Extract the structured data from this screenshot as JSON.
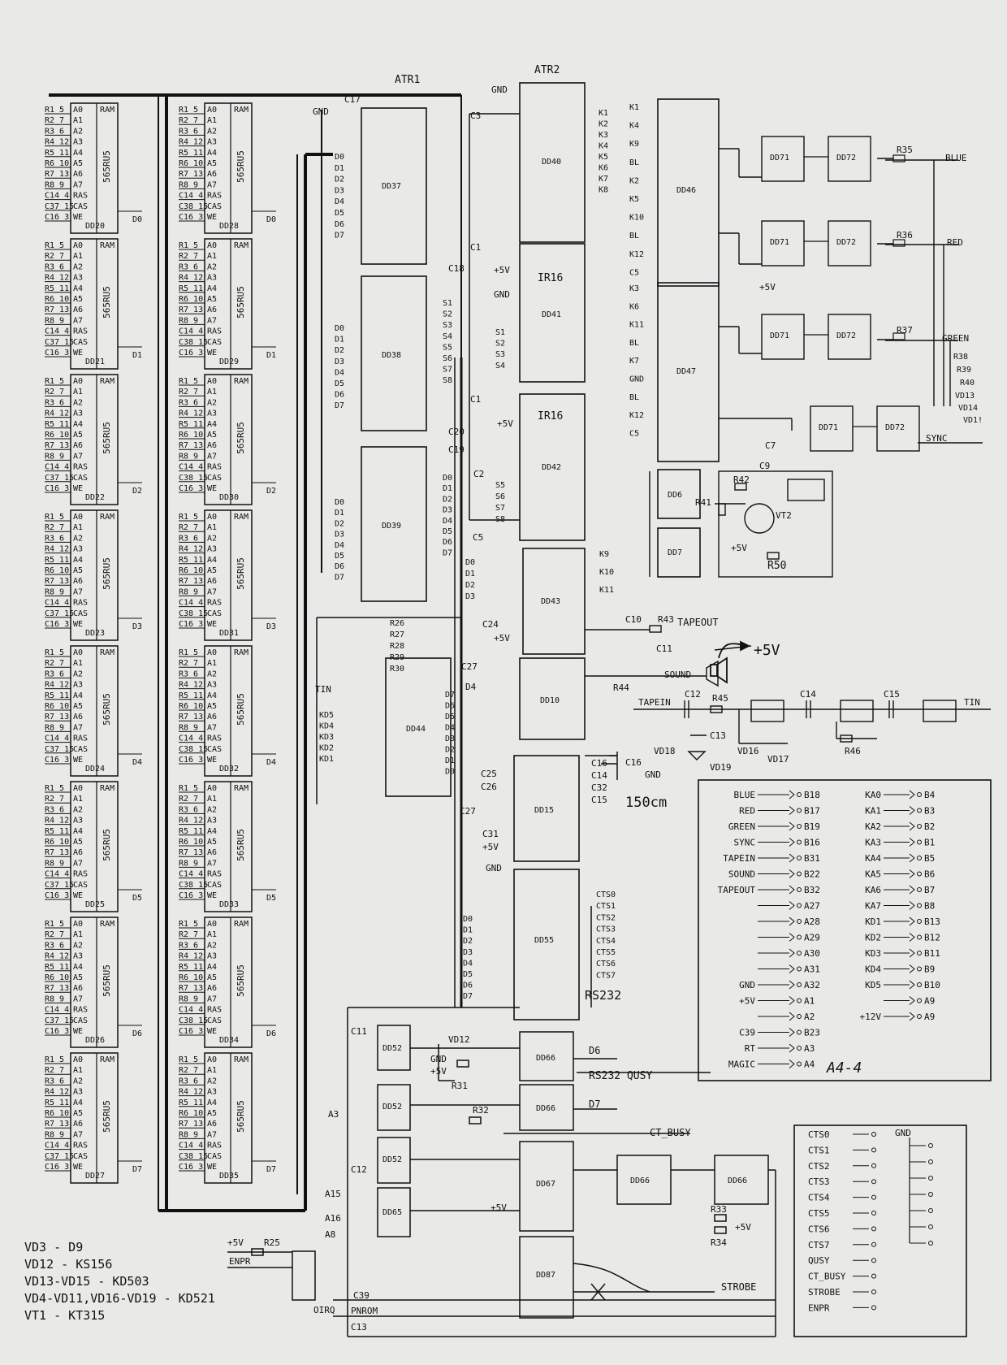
{
  "header": {
    "atr1": "ATR1",
    "atr2": "ATR2"
  },
  "ram": {
    "chip_label": "RAM",
    "part": "565RU5",
    "addr_pins": [
      "A0",
      "A1",
      "A2",
      "A3",
      "A4",
      "A5",
      "A6",
      "A7"
    ],
    "ctrl_pins": [
      "RAS",
      "CAS",
      "WE"
    ],
    "left_addr_nets": [
      "R1 5",
      "R2 7",
      "R3 6",
      "R4 12",
      "R5 11",
      "R6 10",
      "R7 13",
      "R8 9"
    ],
    "left_ctrl_nets": [
      "C14 4",
      "C37 15",
      "C16 3"
    ],
    "right_ctrl_nets": [
      "C14 4",
      "C38 15",
      "C16 3"
    ],
    "left_chips": [
      "DD20",
      "DD21",
      "DD22",
      "DD23",
      "DD24",
      "DD25",
      "DD26",
      "DD27"
    ],
    "right_chips": [
      "DD28",
      "DD29",
      "DD30",
      "DD31",
      "DD32",
      "DD33",
      "DD34",
      "DD35"
    ],
    "io_left": [
      "D0",
      "D1",
      "D2",
      "D3",
      "D4",
      "D5",
      "D6",
      "D7"
    ],
    "io_right": [
      "D0",
      "D1",
      "D2",
      "D3",
      "D4",
      "D5",
      "D6",
      "D7"
    ]
  },
  "chips": {
    "dd37": "DD37",
    "dd38": "DD38",
    "dd39": "DD39",
    "dd40": "DD40",
    "dd41": "DD41",
    "dd42": "DD42",
    "dd43": "DD43",
    "dd44": "DD44",
    "dd46": "DD46",
    "dd47": "DD47",
    "dd6": "DD6",
    "dd7": "DD7",
    "dd10": "DD10",
    "dd15": "DD15",
    "dd55": "DD55",
    "dd52": "DD52",
    "dd65": "DD65",
    "dd66": "DD66",
    "dd67": "DD67",
    "dd87": "DD87",
    "dd71": "DD71",
    "dd72": "DD72",
    "ir16": "IR16",
    "vt2": "VT2"
  },
  "buses": {
    "d_in": [
      "D0",
      "D1",
      "D2",
      "D3",
      "D4",
      "D5",
      "D6",
      "D7"
    ],
    "s_out": [
      "S1",
      "S2",
      "S3",
      "S4",
      "S5",
      "S6",
      "S7",
      "S8"
    ],
    "k_pins": [
      "K1",
      "K2",
      "K3",
      "K4",
      "K5",
      "K6",
      "K7",
      "K8"
    ],
    "dd46_in": [
      "K1",
      "K4",
      "K9",
      "BL",
      "K2",
      "K5",
      "K10",
      "BL",
      "K12",
      "C5"
    ],
    "dd47_in": [
      "K3",
      "K6",
      "K11",
      "BL",
      "K7",
      "GND",
      "BL",
      "K12",
      "C5"
    ],
    "dd43_in": [
      "D0",
      "D1",
      "D2",
      "D3"
    ],
    "dd43_out": [
      "K9",
      "K10",
      "K11"
    ],
    "dd44_in": [
      "KD5",
      "KD4",
      "KD3",
      "KD2",
      "KD1"
    ],
    "dd44_out": [
      "D7",
      "D6",
      "D5",
      "D4",
      "D3",
      "D2",
      "D1",
      "D0"
    ],
    "cts": [
      "CTS0",
      "CTS1",
      "CTS2",
      "CTS3",
      "CTS4",
      "CTS5",
      "CTS6",
      "CTS7"
    ],
    "dd55_in": [
      "D0",
      "D1",
      "D2",
      "D3",
      "D4",
      "D5",
      "D6",
      "D7"
    ],
    "resistor_r": [
      "R26",
      "R27",
      "R28",
      "R29",
      "R30"
    ]
  },
  "nets": {
    "gnd": "GND",
    "plus5v": "+5V",
    "plus5v_speaker": "+5V",
    "tin": "TIN",
    "tapein": "TAPEIN",
    "tapeout": "TAPEOUT",
    "sound": "SOUND",
    "blue": "BLUE",
    "red": "RED",
    "green": "GREEN",
    "sync": "SYNC",
    "rs232": "RS232",
    "rs232_qusy": "RS232 QUSY",
    "ct_busy": "CT_BUSY",
    "strobe": "STROBE",
    "enpr": "ENPR",
    "pnrom": "PNROM",
    "oirq": "OIRQ",
    "c39": "C39",
    "c13": "C13",
    "a3": "A3",
    "a15": "A15",
    "a16": "A16",
    "a8": "A8",
    "cm150": "150cm",
    "d6": "D6",
    "d7": "D7",
    "d4": "D4",
    "c27": "C27",
    "c24": "C24",
    "c3": "C3",
    "c1": "C1",
    "c2": "C2",
    "c5": "C5",
    "c17": "C17",
    "c18": "C18",
    "c19": "C19",
    "c20": "C20",
    "c25": "C25",
    "c26": "C26",
    "c31": "C31",
    "c11": "C11",
    "c12": "C12"
  },
  "parts": {
    "r35": "R35",
    "r36": "R36",
    "r37": "R37",
    "r38": "R38",
    "r39": "R39",
    "r40": "R40",
    "vd13": "VD13",
    "vd14": "VD14",
    "vd15": "VD1!",
    "r41": "R41",
    "r42": "R42",
    "r50": "R50",
    "c7": "C7",
    "c9": "C9",
    "r43": "R43",
    "c10": "C10",
    "c11": "C11",
    "r44": "R44",
    "r45": "R45",
    "c12": "C12",
    "c14": "C14",
    "c15": "C15",
    "r46": "R46",
    "vd16": "VD16",
    "vd17": "VD17",
    "vd18": "VD18",
    "vd19": "VD19",
    "c13": "C13",
    "c16": "C16",
    "c14b": "C14",
    "c32": "C32",
    "c15b": "C15",
    "r31": "R31",
    "r32": "R32",
    "vd12": "VD12",
    "r33": "R33",
    "r34": "R34",
    "r25": "R25"
  },
  "connector": {
    "left": [
      {
        "sig": "BLUE",
        "pin": "B18"
      },
      {
        "sig": "RED",
        "pin": "B17"
      },
      {
        "sig": "GREEN",
        "pin": "B19"
      },
      {
        "sig": "SYNC",
        "pin": "B16"
      },
      {
        "sig": "TAPEIN",
        "pin": "B31"
      },
      {
        "sig": "SOUND",
        "pin": "B22"
      },
      {
        "sig": "TAPEOUT",
        "pin": "B32"
      },
      {
        "sig": "",
        "pin": "A27"
      },
      {
        "sig": "",
        "pin": "A28"
      },
      {
        "sig": "",
        "pin": "A29"
      },
      {
        "sig": "",
        "pin": "A30"
      },
      {
        "sig": "",
        "pin": "A31"
      },
      {
        "sig": "GND",
        "pin": "A32"
      },
      {
        "sig": "+5V",
        "pin": "A1"
      },
      {
        "sig": "",
        "pin": "A2"
      },
      {
        "sig": "C39",
        "pin": "B23"
      },
      {
        "sig": "RT",
        "pin": "A3"
      },
      {
        "sig": "MAGIC",
        "pin": "A4"
      }
    ],
    "right": [
      {
        "sig": "KA0",
        "pin": "B4"
      },
      {
        "sig": "KA1",
        "pin": "B3"
      },
      {
        "sig": "KA2",
        "pin": "B2"
      },
      {
        "sig": "KA3",
        "pin": "B1"
      },
      {
        "sig": "KA4",
        "pin": "B5"
      },
      {
        "sig": "KA5",
        "pin": "B6"
      },
      {
        "sig": "KA6",
        "pin": "B7"
      },
      {
        "sig": "KA7",
        "pin": "B8"
      },
      {
        "sig": "KD1",
        "pin": "B13"
      },
      {
        "sig": "KD2",
        "pin": "B12"
      },
      {
        "sig": "KD3",
        "pin": "B11"
      },
      {
        "sig": "KD4",
        "pin": "B9"
      },
      {
        "sig": "KD5",
        "pin": "B10"
      },
      {
        "sig": "",
        "pin": "A9"
      },
      {
        "sig": "+12V",
        "pin": "A9"
      }
    ],
    "handwritten_tag": "A4-4"
  },
  "printer_port": {
    "left": [
      "CTS0",
      "CTS1",
      "CTS2",
      "CTS3",
      "CTS4",
      "CTS5",
      "CTS6",
      "CTS7",
      "QUSY",
      "CT_BUSY",
      "STROBE",
      "ENPR"
    ],
    "right_title": "GND",
    "right_count": 7
  },
  "legend": [
    "VD3 - D9",
    "VD12 - KS156",
    "VD13-VD15 - KD503",
    "VD4-VD11,VD16-VD19 - KD521",
    "VT1 - KT315"
  ]
}
